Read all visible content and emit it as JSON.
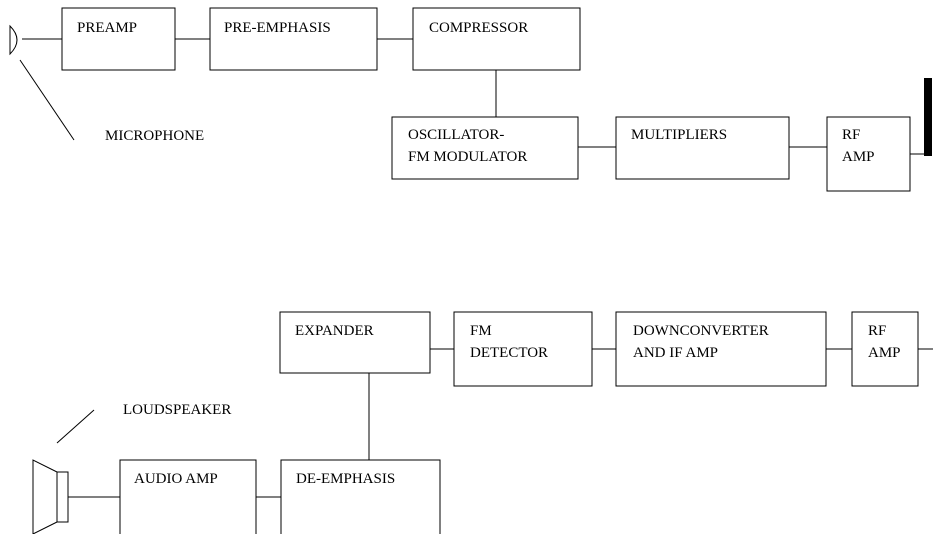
{
  "transmitter": {
    "microphone_label": "MICROPHONE",
    "blocks": {
      "preamp": [
        "PREAMP"
      ],
      "pre_emphasis": [
        "PRE-EMPHASIS"
      ],
      "compressor": [
        "COMPRESSOR"
      ],
      "oscillator_fm_modulator": [
        "OSCILLATOR-",
        "FM MODULATOR"
      ],
      "multipliers": [
        "MULTIPLIERS"
      ],
      "rf_amp": [
        "RF",
        "AMP"
      ]
    }
  },
  "receiver": {
    "loudspeaker_label": "LOUDSPEAKER",
    "blocks": {
      "expander": [
        "EXPANDER"
      ],
      "fm_detector": [
        "FM",
        "DETECTOR"
      ],
      "downconverter_if_amp": [
        "DOWNCONVERTER",
        "AND IF AMP"
      ],
      "rf_amp": [
        "RF",
        "AMP"
      ],
      "audio_amp": [
        "AUDIO AMP"
      ],
      "de_emphasis": [
        "DE-EMPHASIS"
      ]
    }
  }
}
